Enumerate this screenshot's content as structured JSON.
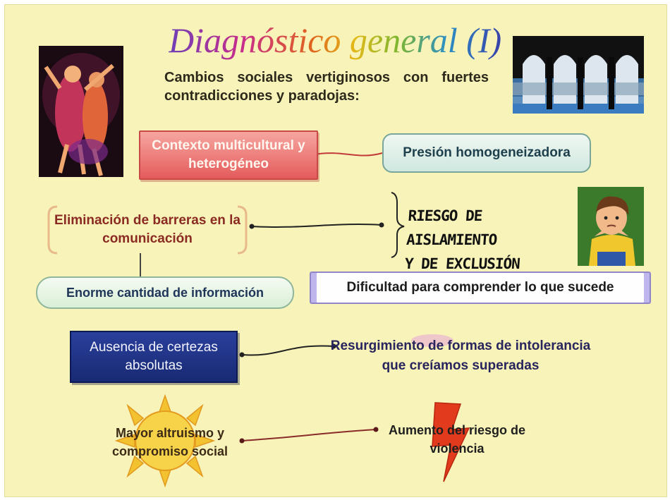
{
  "title": "Diagnóstico general (I)",
  "subtitle": "Cambios sociales vertiginosos con fuertes contradicciones y paradojas:",
  "nodes": {
    "contexto": "Contexto multicultural y heterogéneo",
    "presion": "Presión homogeneizadora",
    "eliminacion": "Eliminación de barreras en la comunicación",
    "riesgo_line1": "RIESGO DE AISLAMIENTO",
    "riesgo_line2": "Y DE EXCLUSIÓN SOCIAL",
    "enorme": "Enorme cantidad de información",
    "dificultad": "Dificultad para comprender lo que sucede",
    "ausencia": "Ausencia de certezas absolutas",
    "resurgimiento": "Resurgimiento de formas de intolerancia que creíamos superadas",
    "mayor": "Mayor altruismo y compromiso social",
    "aumento": "Aumento del riesgo de violencia"
  },
  "colors": {
    "background": "#f8f3b8",
    "contexto_box": "#e45b5b",
    "presion_box": "#cfe8df",
    "ausencia_box": "#1f3387",
    "dificultad_border": "#8f86c8",
    "sun": "#f2c230",
    "lightning": "#e23a1c"
  },
  "icons": [
    "dancers-photo",
    "arches-photo",
    "thinking-boy-illustration",
    "sun-icon",
    "lightning-icon"
  ]
}
